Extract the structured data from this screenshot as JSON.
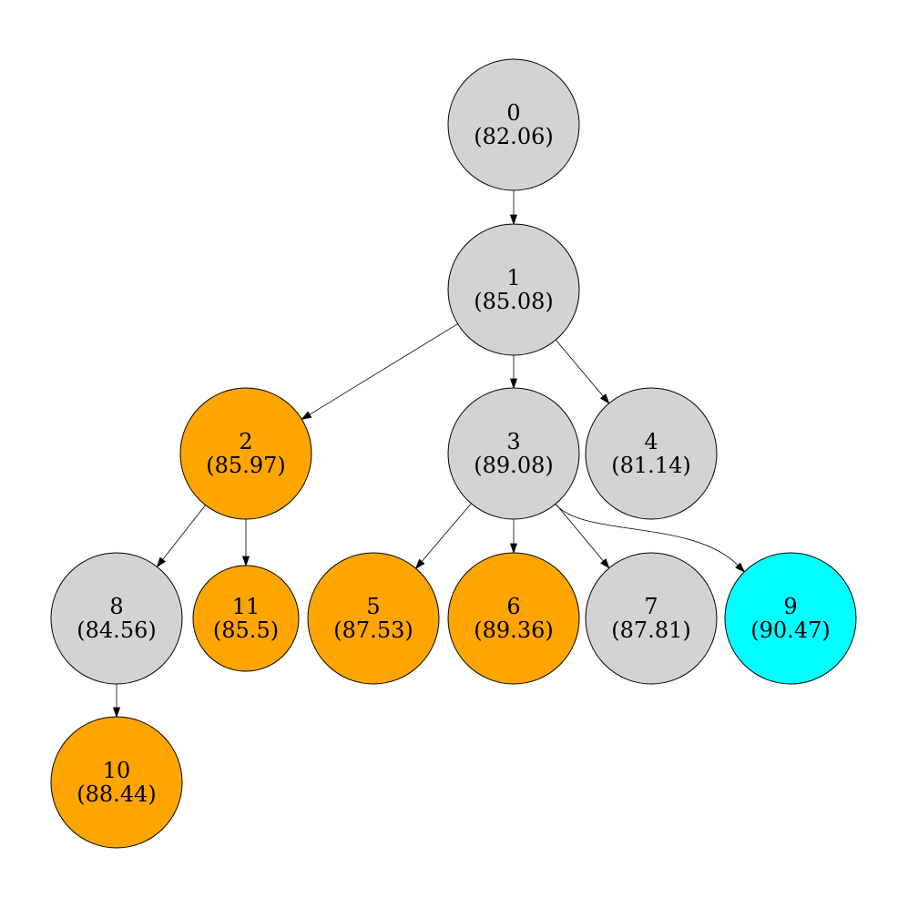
{
  "colors": {
    "default": "#d3d3d3",
    "orange": "#ffa500",
    "cyan": "#00ffff"
  },
  "nodes": [
    {
      "id": "0",
      "value": "(82.06)",
      "color": "default"
    },
    {
      "id": "1",
      "value": "(85.08)",
      "color": "default"
    },
    {
      "id": "2",
      "value": "(85.97)",
      "color": "orange"
    },
    {
      "id": "3",
      "value": "(89.08)",
      "color": "default"
    },
    {
      "id": "4",
      "value": "(81.14)",
      "color": "default"
    },
    {
      "id": "8",
      "value": "(84.56)",
      "color": "default"
    },
    {
      "id": "11",
      "value": "(85.5)",
      "color": "orange"
    },
    {
      "id": "5",
      "value": "(87.53)",
      "color": "orange"
    },
    {
      "id": "6",
      "value": "(89.36)",
      "color": "orange"
    },
    {
      "id": "7",
      "value": "(87.81)",
      "color": "default"
    },
    {
      "id": "9",
      "value": "(90.47)",
      "color": "cyan"
    },
    {
      "id": "10",
      "value": "(88.44)",
      "color": "orange"
    }
  ],
  "edges": [
    {
      "from": "0",
      "to": "1"
    },
    {
      "from": "1",
      "to": "2"
    },
    {
      "from": "1",
      "to": "3"
    },
    {
      "from": "1",
      "to": "4"
    },
    {
      "from": "2",
      "to": "8"
    },
    {
      "from": "2",
      "to": "11"
    },
    {
      "from": "3",
      "to": "5"
    },
    {
      "from": "3",
      "to": "6"
    },
    {
      "from": "3",
      "to": "7"
    },
    {
      "from": "3",
      "to": "9"
    },
    {
      "from": "8",
      "to": "10"
    }
  ]
}
